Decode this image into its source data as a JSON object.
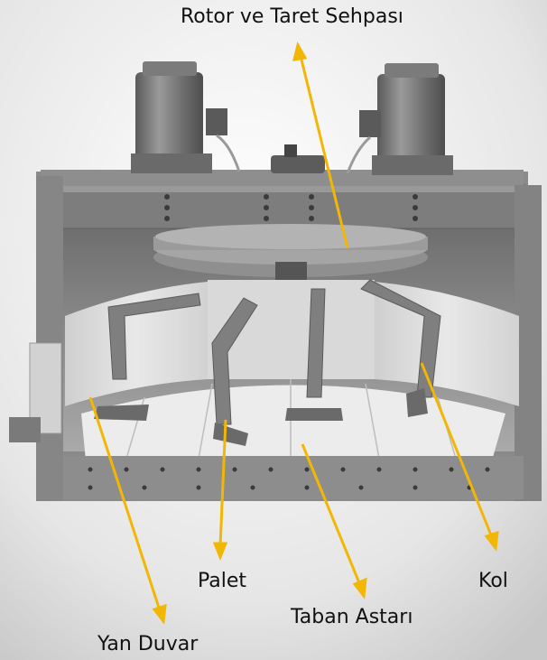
{
  "labels": {
    "rotor": "Rotor ve Taret Sehpası",
    "palet": "Palet",
    "taban": "Taban Astarı",
    "kol": "Kol",
    "yan_duvar": "Yan Duvar"
  },
  "colors": {
    "background": "#e6e6e6",
    "arrow": "#f2b705",
    "machine": "#8a8a8a",
    "floor": "#e9e9e9"
  }
}
